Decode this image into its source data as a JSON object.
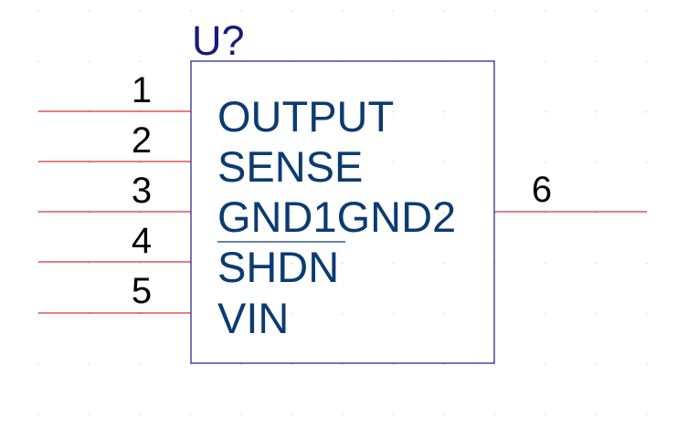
{
  "component": {
    "refdes": "U?",
    "body_stroke": "#1a1a8c",
    "pin_line_color": "#c80000",
    "pin_number_color": "#000000",
    "pin_name_color": "#0b3b72",
    "grid_dot_color": "#c8c8c8"
  },
  "left_pins": [
    {
      "number": "1",
      "name": "OUTPUT"
    },
    {
      "number": "2",
      "name": "SENSE"
    },
    {
      "number": "3",
      "name": "GND1GND2"
    },
    {
      "number": "4",
      "name": "SHDN",
      "overbar": true
    },
    {
      "number": "5",
      "name": "VIN"
    }
  ],
  "right_pins": [
    {
      "number": "6"
    }
  ]
}
